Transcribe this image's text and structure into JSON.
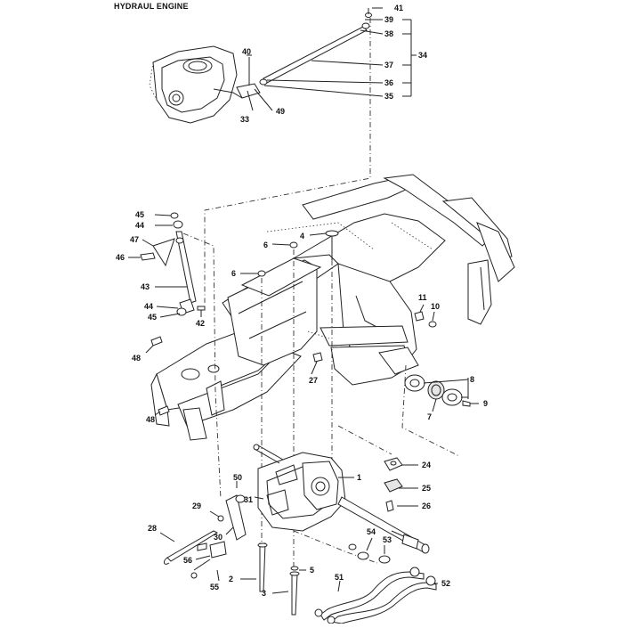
{
  "title": "HYDRAUL ENGINE",
  "colors": {
    "line": "#222222",
    "dash": "#333333",
    "fill": "#ffffff",
    "shade": "#e6e6e6"
  },
  "callouts": {
    "n1": "1",
    "n2": "2",
    "n3": "3",
    "n4": "4",
    "n5": "5",
    "n6a": "6",
    "n6b": "6",
    "n7": "7",
    "n8": "8",
    "n9": "9",
    "n10": "10",
    "n11": "11",
    "n24": "24",
    "n25": "25",
    "n26": "26",
    "n27": "27",
    "n28": "28",
    "n29": "29",
    "n30": "30",
    "n31": "31",
    "n33": "33",
    "n34": "34",
    "n35": "35",
    "n36": "36",
    "n37": "37",
    "n38": "38",
    "n39": "39",
    "n40": "40",
    "n41": "41",
    "n42": "42",
    "n43": "43",
    "n44a": "44",
    "n44b": "44",
    "n45a": "45",
    "n45b": "45",
    "n46": "46",
    "n47": "47",
    "n48a": "48",
    "n48b": "48",
    "n49": "49",
    "n50": "50",
    "n51": "51",
    "n52": "52",
    "n53": "53",
    "n54": "54",
    "n55": "55",
    "n56": "56"
  }
}
